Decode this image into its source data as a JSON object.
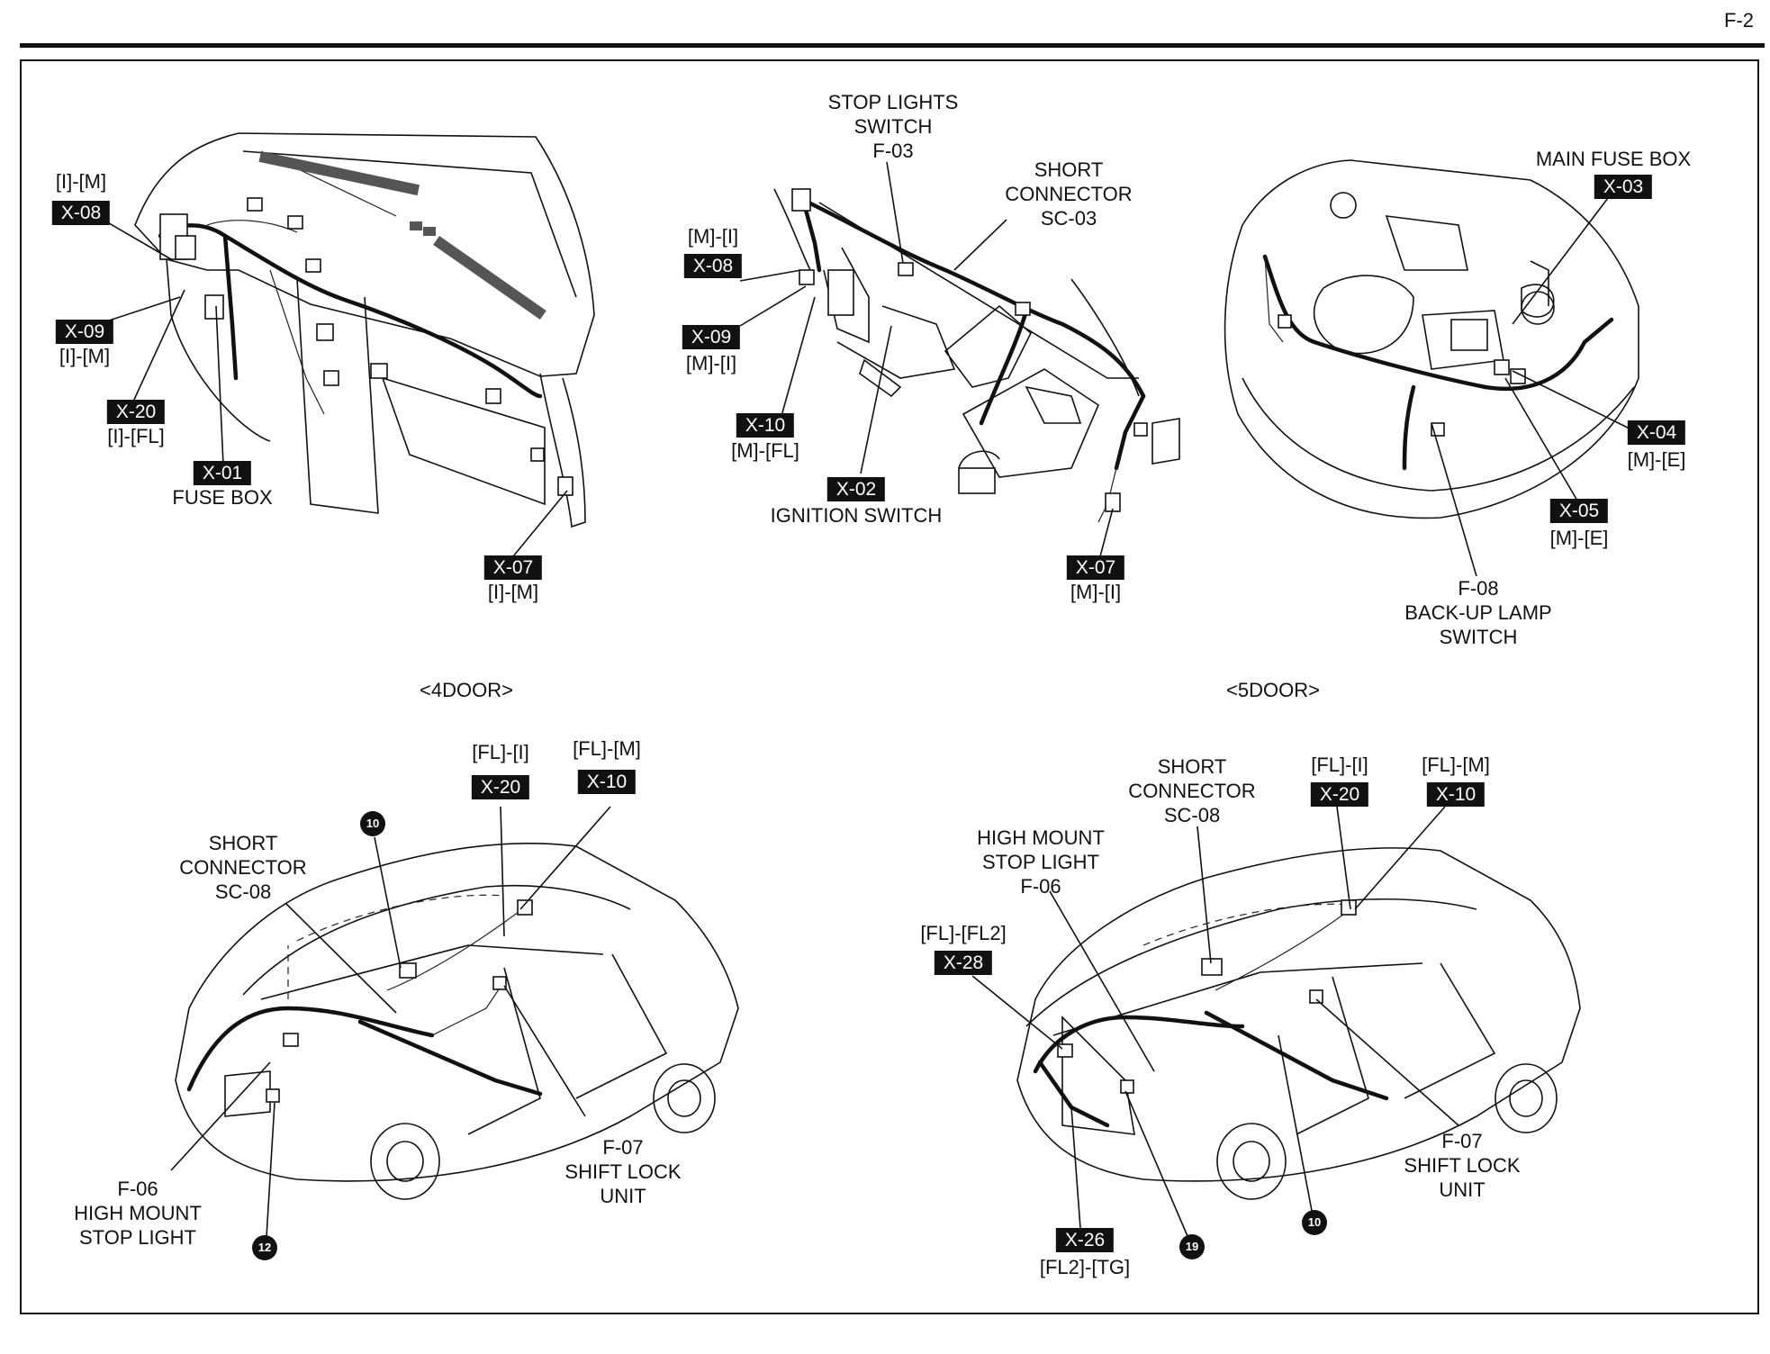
{
  "page": {
    "number": "F-2"
  },
  "sections": {
    "door4": "<4DOOR>",
    "door5": "<5DOOR>"
  },
  "instrument_panel": {
    "x08": {
      "pos": "[I]-[M]",
      "code": "X-08"
    },
    "x09": {
      "code": "X-09",
      "pos": "[I]-[M]"
    },
    "x20": {
      "code": "X-20",
      "pos": "[I]-[FL]"
    },
    "x01": {
      "code": "X-01",
      "name": "FUSE BOX"
    },
    "x07": {
      "code": "X-07",
      "pos": "[I]-[M]"
    }
  },
  "steering_area": {
    "stop_lights_switch": {
      "name1": "STOP LIGHTS",
      "name2": "SWITCH",
      "code": "F-03"
    },
    "short_connector": {
      "name1": "SHORT",
      "name2": "CONNECTOR",
      "code": "SC-03"
    },
    "x08": {
      "pos": "[M]-[I]",
      "code": "X-08"
    },
    "x09": {
      "code": "X-09",
      "pos": "[M]-[I]"
    },
    "x10": {
      "code": "X-10",
      "pos": "[M]-[FL]"
    },
    "x02": {
      "code": "X-02",
      "name": "IGNITION SWITCH"
    },
    "x07": {
      "code": "X-07",
      "pos": "[M]-[I]"
    }
  },
  "engine_room": {
    "main_fuse_box": {
      "name": "MAIN FUSE BOX",
      "code": "X-03"
    },
    "x04": {
      "code": "X-04",
      "pos": "[M]-[E]"
    },
    "x05": {
      "code": "X-05",
      "pos": "[M]-[E]"
    },
    "backup_lamp": {
      "code": "F-08",
      "name1": "BACK-UP LAMP",
      "name2": "SWITCH"
    }
  },
  "body_4door": {
    "x20": {
      "pos": "[FL]-[I]",
      "code": "X-20"
    },
    "x10": {
      "pos": "[FL]-[M]",
      "code": "X-10"
    },
    "ground10": "10",
    "short_connector": {
      "name1": "SHORT",
      "name2": "CONNECTOR",
      "code": "SC-08"
    },
    "shift_lock": {
      "code": "F-07",
      "name1": "SHIFT LOCK",
      "name2": "UNIT"
    },
    "high_mount": {
      "code": "F-06",
      "name1": "HIGH MOUNT",
      "name2": "STOP LIGHT"
    },
    "ground12": "12"
  },
  "body_5door": {
    "x20": {
      "pos": "[FL]-[I]",
      "code": "X-20"
    },
    "x10": {
      "pos": "[FL]-[M]",
      "code": "X-10"
    },
    "short_connector": {
      "name1": "SHORT",
      "name2": "CONNECTOR",
      "code": "SC-08"
    },
    "high_mount": {
      "name1": "HIGH MOUNT",
      "name2": "STOP LIGHT",
      "code": "F-06"
    },
    "x28": {
      "pos": "[FL]-[FL2]",
      "code": "X-28"
    },
    "shift_lock": {
      "code": "F-07",
      "name1": "SHIFT LOCK",
      "name2": "UNIT"
    },
    "ground10": "10",
    "x26": {
      "code": "X-26",
      "pos": "[FL2]-[TG]"
    },
    "ground19": "19"
  }
}
